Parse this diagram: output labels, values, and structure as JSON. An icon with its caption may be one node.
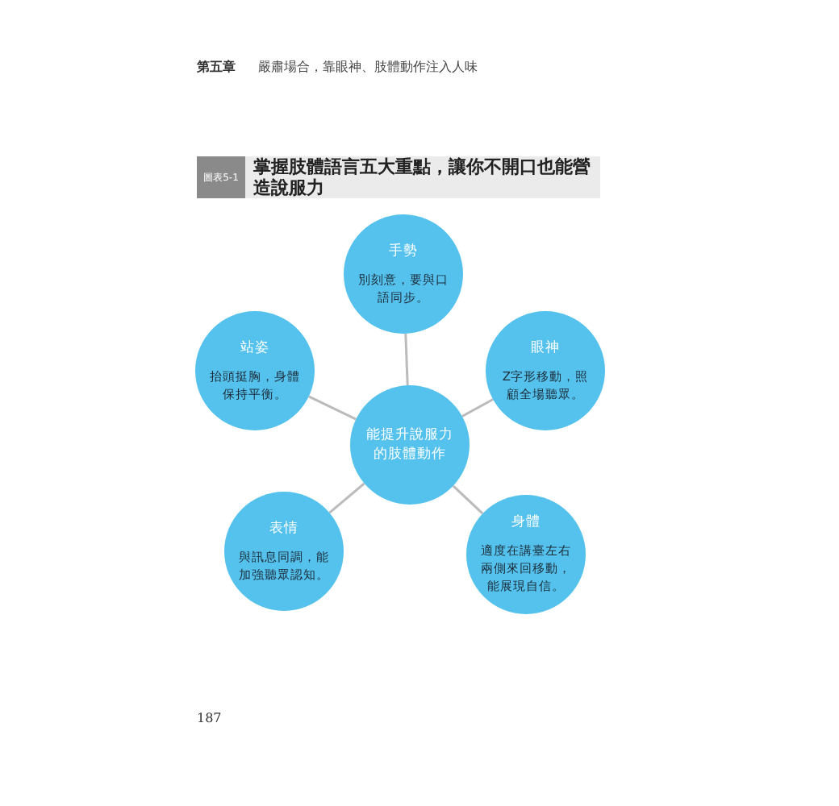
{
  "diagram": {
    "title": "掌握肢體語言五大重點，讓你不開口也能營造說服力",
    "nodes": [
      {
        "text": [
          "手勢",
          "別刻意，要與口語同步。"
        ]
      },
      {
        "text": [
          "站姿",
          "抬頭挺胸，身體保持平衡。"
        ]
      },
      {
        "text": [
          "眼神",
          "Z字形移動，照顧全場聽眾。"
        ]
      },
      {
        "text": [
          "能提升說服力的肢體動作"
        ]
      },
      {
        "text": [
          "表情",
          "與訊息同調，能加強聽眾認知。"
        ]
      },
      {
        "text": [
          "身體",
          "適度在講臺左右兩側來回移動，能展現自信。"
        ]
      }
    ],
    "edges": [
      {
        "from": 3,
        "to": 0,
        "arrow": "none"
      },
      {
        "from": 3,
        "to": 1,
        "arrow": "none"
      },
      {
        "from": 3,
        "to": 2,
        "arrow": "none"
      },
      {
        "from": 3,
        "to": 4,
        "arrow": "none"
      },
      {
        "from": 3,
        "to": 5,
        "arrow": "none"
      }
    ],
    "labels": [
      "第五章",
      "嚴肅場合，靠眼神、肢體動作注入人味",
      "圖表5-1",
      "187"
    ]
  }
}
